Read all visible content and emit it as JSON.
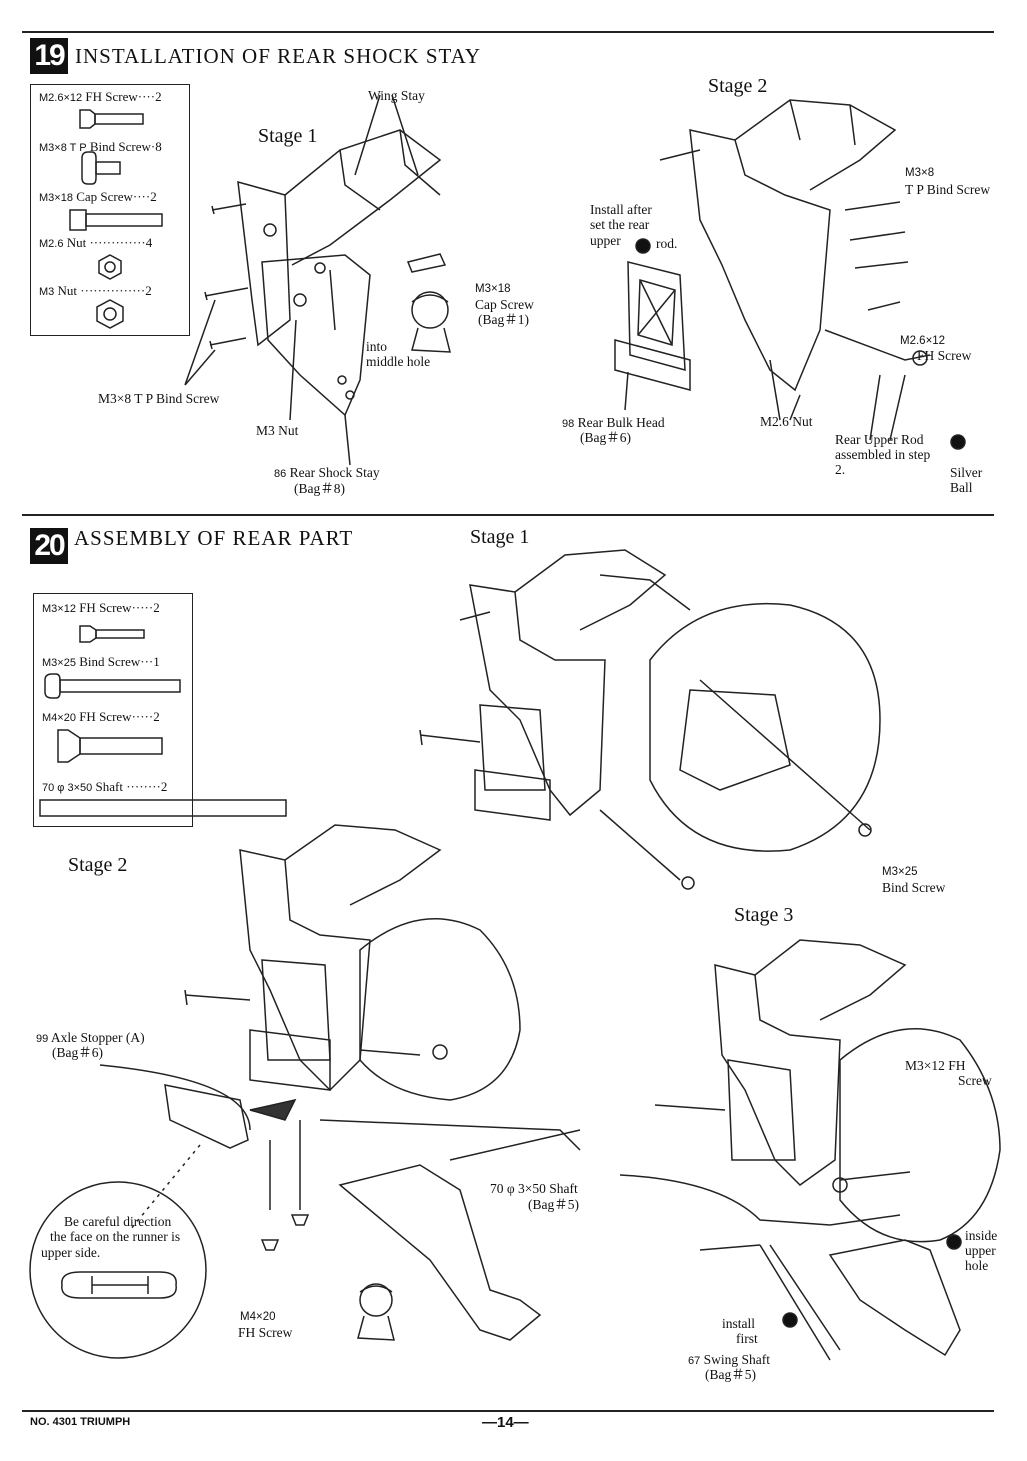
{
  "section19": {
    "number": "19",
    "title": "INSTALLATION OF REAR SHOCK STAY",
    "parts": [
      {
        "size": "M2.6×12",
        "name": "FH Screw",
        "qty": "2"
      },
      {
        "size": "M3×8 T P",
        "name": "Bind Screw",
        "qty": "8"
      },
      {
        "size": "M3×18",
        "name": "Cap Screw",
        "qty": "2"
      },
      {
        "size": "M2.6",
        "name": "Nut",
        "qty": "4"
      },
      {
        "size": "M3",
        "name": "Nut",
        "qty": "2"
      }
    ],
    "stage1": {
      "label": "Stage 1",
      "wing_stay": "Wing Stay",
      "cap_screw": [
        "M3×18",
        "Cap Screw",
        "(Bag＃1)"
      ],
      "into_middle": [
        "into",
        "middle hole"
      ],
      "bind_screw": "M3×8 T P  Bind Screw",
      "m3_nut": "M3  Nut",
      "shock_stay": [
        "Rear Shock Stay",
        "(Bag＃8)"
      ],
      "shock_stay_no": "86"
    },
    "stage2": {
      "label": "Stage 2",
      "install_after": [
        "Install after",
        "set the rear",
        "upper",
        "rod."
      ],
      "bind_screw": [
        "M3×8",
        "T P  Bind Screw"
      ],
      "fh_screw": [
        "M2.6×12",
        "FH Screw"
      ],
      "bulk_head": [
        "Rear Bulk Head",
        "(Bag＃6)"
      ],
      "bulk_head_no": "98",
      "nut": "M2.6  Nut",
      "upper_rod": [
        "Rear Upper Rod",
        "assembled in step",
        "2."
      ],
      "silver_ball": [
        "Silver",
        "Ball"
      ]
    }
  },
  "section20": {
    "number": "20",
    "title": "ASSEMBLY OF REAR PART",
    "parts": [
      {
        "size": "M3×12",
        "name": "FH Screw",
        "qty": "2"
      },
      {
        "size": "M3×25",
        "name": "Bind Screw",
        "qty": "1"
      },
      {
        "size": "M4×20",
        "name": "FH Screw",
        "qty": "2"
      },
      {
        "size": "70 φ 3×50",
        "name": "Shaft",
        "qty": "2"
      }
    ],
    "stage1": {
      "label": "Stage 1",
      "bind_screw": [
        "M3×25",
        "Bind Screw"
      ]
    },
    "stage2": {
      "label": "Stage 2",
      "axle_stopper": [
        "Axle Stopper (A)",
        "(Bag＃6)"
      ],
      "axle_stopper_no": "99",
      "careful": [
        "Be careful direction",
        "the face on the runner is",
        "upper side."
      ],
      "shaft": [
        "70 φ 3×50 Shaft",
        "(Bag＃5)"
      ],
      "fh_screw": [
        "M4×20",
        "FH Screw"
      ]
    },
    "stage3": {
      "label": "Stage 3",
      "fh_screw": [
        "M3×12  FH",
        "Screw"
      ],
      "inside_upper": [
        "inside",
        "upper",
        "hole"
      ],
      "install_first": [
        "install",
        "first"
      ],
      "swing_shaft": [
        "Swing Shaft",
        "(Bag＃5)"
      ],
      "swing_shaft_no": "67"
    }
  },
  "footer": {
    "model": "NO. 4301  TRIUMPH",
    "page": "—14—"
  }
}
